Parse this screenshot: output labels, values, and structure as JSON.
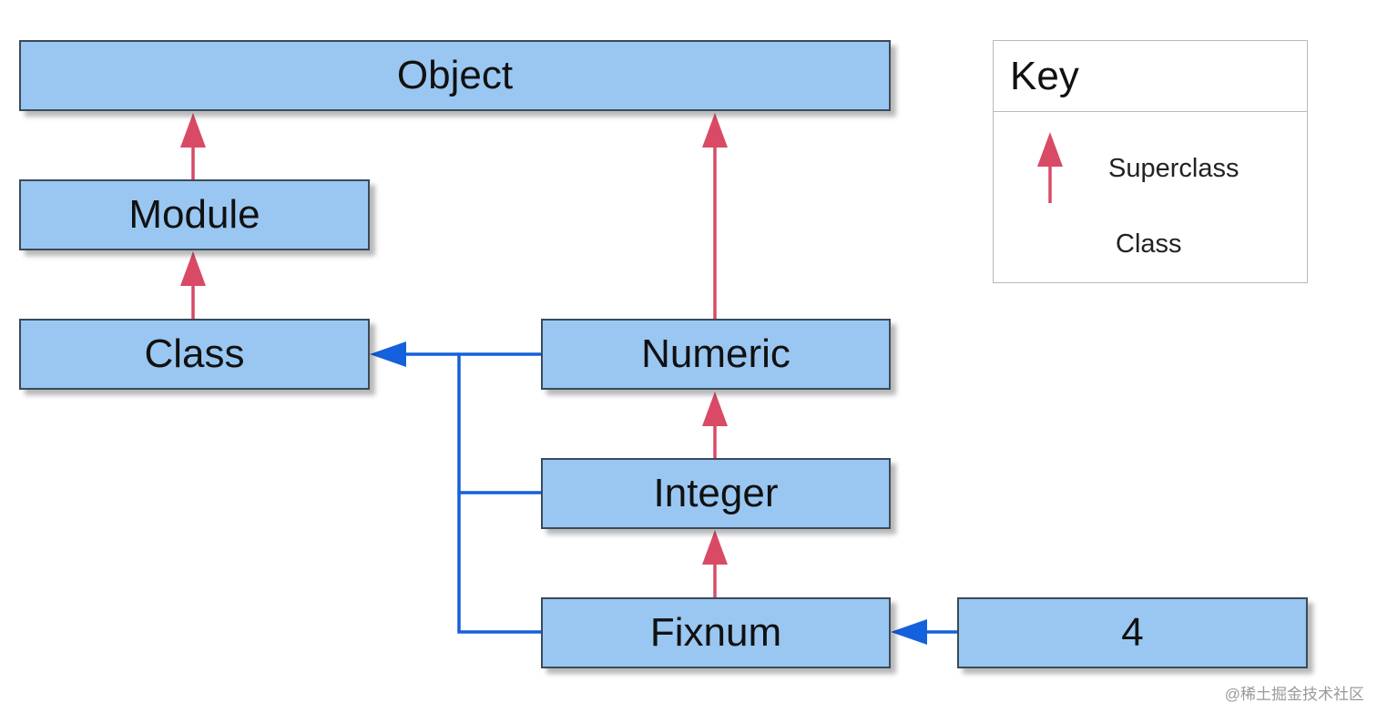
{
  "nodes": {
    "object": "Object",
    "module": "Module",
    "class": "Class",
    "numeric": "Numeric",
    "integer": "Integer",
    "fixnum": "Fixnum",
    "instance_4": "4"
  },
  "key": {
    "title": "Key",
    "superclass_label": "Superclass",
    "class_label": "Class"
  },
  "watermark": "@稀土掘金技术社区",
  "colors": {
    "box_fill": "#99c7f2",
    "superclass_arrow": "#d94a66",
    "class_arrow": "#1560dc"
  }
}
